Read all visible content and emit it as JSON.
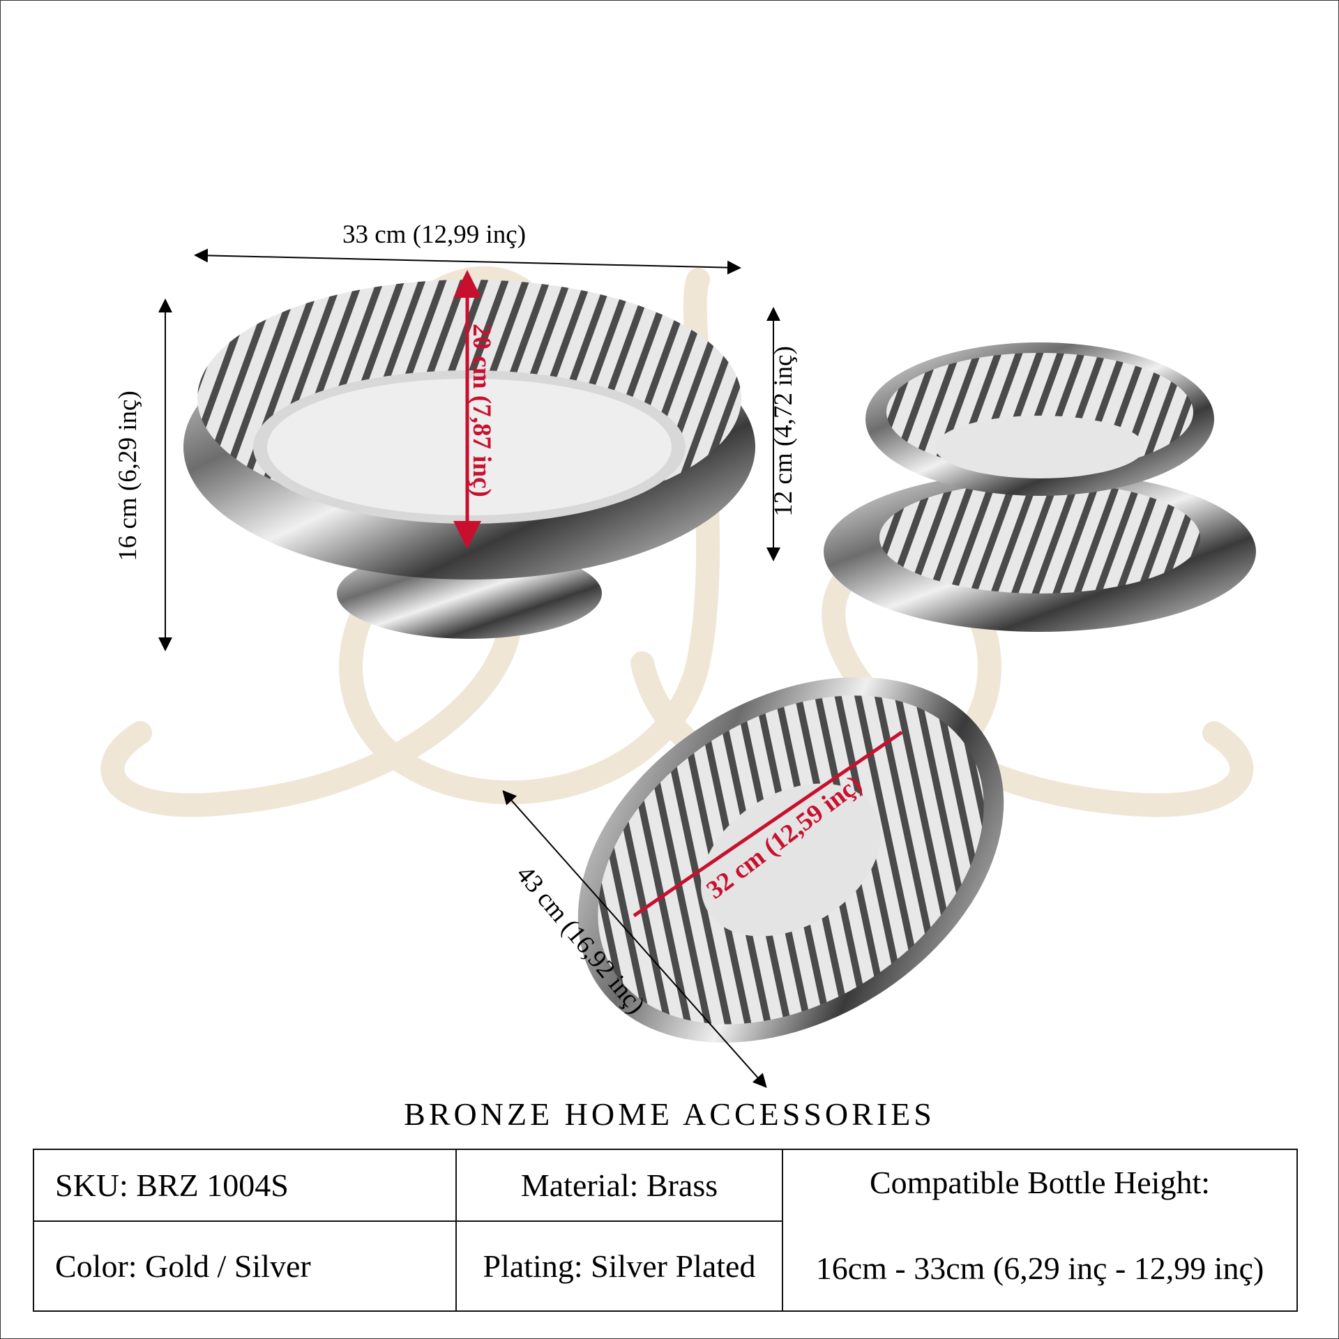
{
  "dimensions": {
    "width_large": "33 cm (12,99 inç)",
    "height_large": "16 cm (6,29 inç)",
    "inner_large": "20 cm (7,87 inç)",
    "height_small": "12 cm (4,72 inç)",
    "diagonal_tray": "43 cm (16,92 inç)",
    "inner_tray": "32 cm (12,59 inç)"
  },
  "brand_title": "BRONZE HOME ACCESSORIES",
  "specs": {
    "sku": "SKU: BRZ 1004S",
    "material": "Material: Brass",
    "compatible_label": "Compatible Bottle Height:",
    "color": "Color: Gold / Silver",
    "plating": "Plating: Silver Plated",
    "compatible_value": "16cm - 33cm (6,29 inç - 12,99 inç)"
  },
  "colors": {
    "accent_red": "#c8102e",
    "watermark": "#efe6d6",
    "silver": "#c9c9c9"
  }
}
